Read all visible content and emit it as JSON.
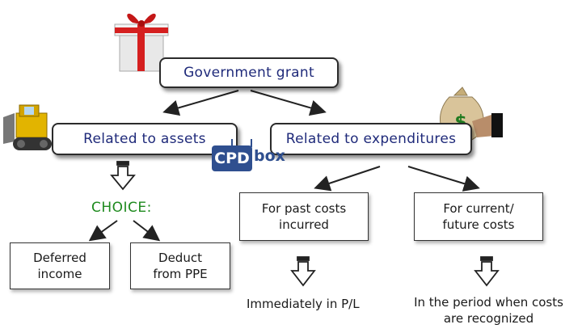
{
  "nodes": {
    "root": "Government grant",
    "assets": "Related to assets",
    "expenditures": "Related to expenditures",
    "choice": "CHOICE:",
    "deferred": "Deferred income",
    "deduct": "Deduct from PPE",
    "past": "For past costs incurred",
    "current": "For current/ future costs",
    "immediately": "Immediately in P/L",
    "period": "In the period when costs are recognized"
  },
  "logo": {
    "cpd": "CPD",
    "box": "box"
  },
  "colors": {
    "navy": "#1f2a7a",
    "choice_green": "#1e8a1e",
    "logo_blue": "#2f4f8f"
  },
  "icons": [
    "gift-icon",
    "bulldozer-icon",
    "money-bag-icon"
  ]
}
